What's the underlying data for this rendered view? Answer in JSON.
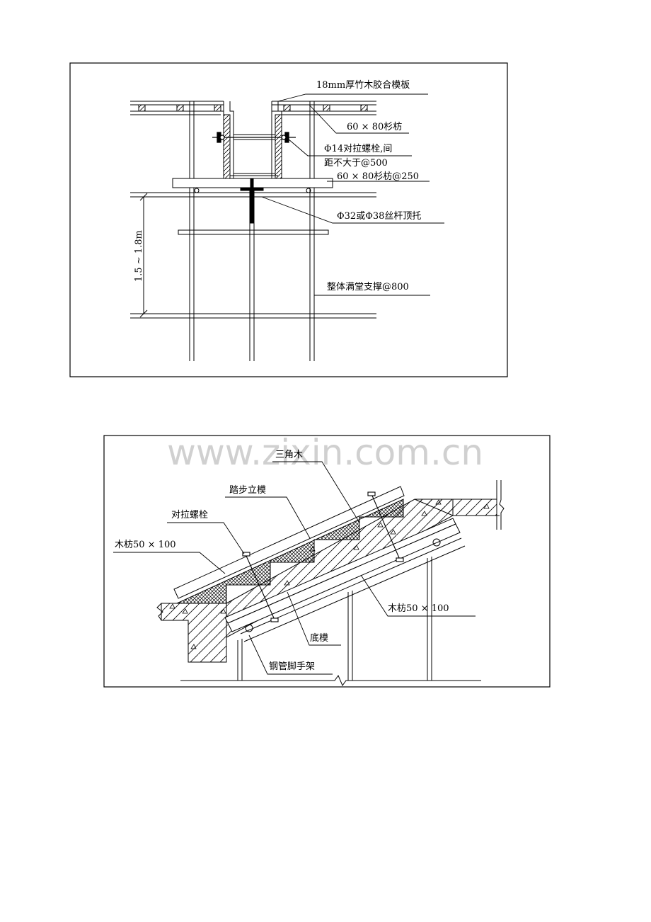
{
  "figure1": {
    "labels": {
      "formwork": "18mm厚竹木胶合模板",
      "batten": "60 × 80杉枋",
      "bolt_line1": "Φ14对拉螺栓,间",
      "bolt_line2": "距不大于@500",
      "batten_spacing": "60 × 80杉枋@250",
      "jack": "Φ32或Φ38丝杆顶托",
      "support": "整体满堂支撑@800",
      "height": "1.5 ~ 1.8m"
    }
  },
  "figure2": {
    "labels": {
      "triangle_wood": "三角木",
      "riser_form": "踏步立模",
      "tie_bolt": "对拉螺栓",
      "batten_left": "木枋50 × 100",
      "batten_right": "木枋50 × 100",
      "bottom_form": "底模",
      "scaffold": "钢管脚手架"
    }
  },
  "watermark": "www.zixin.com.cn"
}
